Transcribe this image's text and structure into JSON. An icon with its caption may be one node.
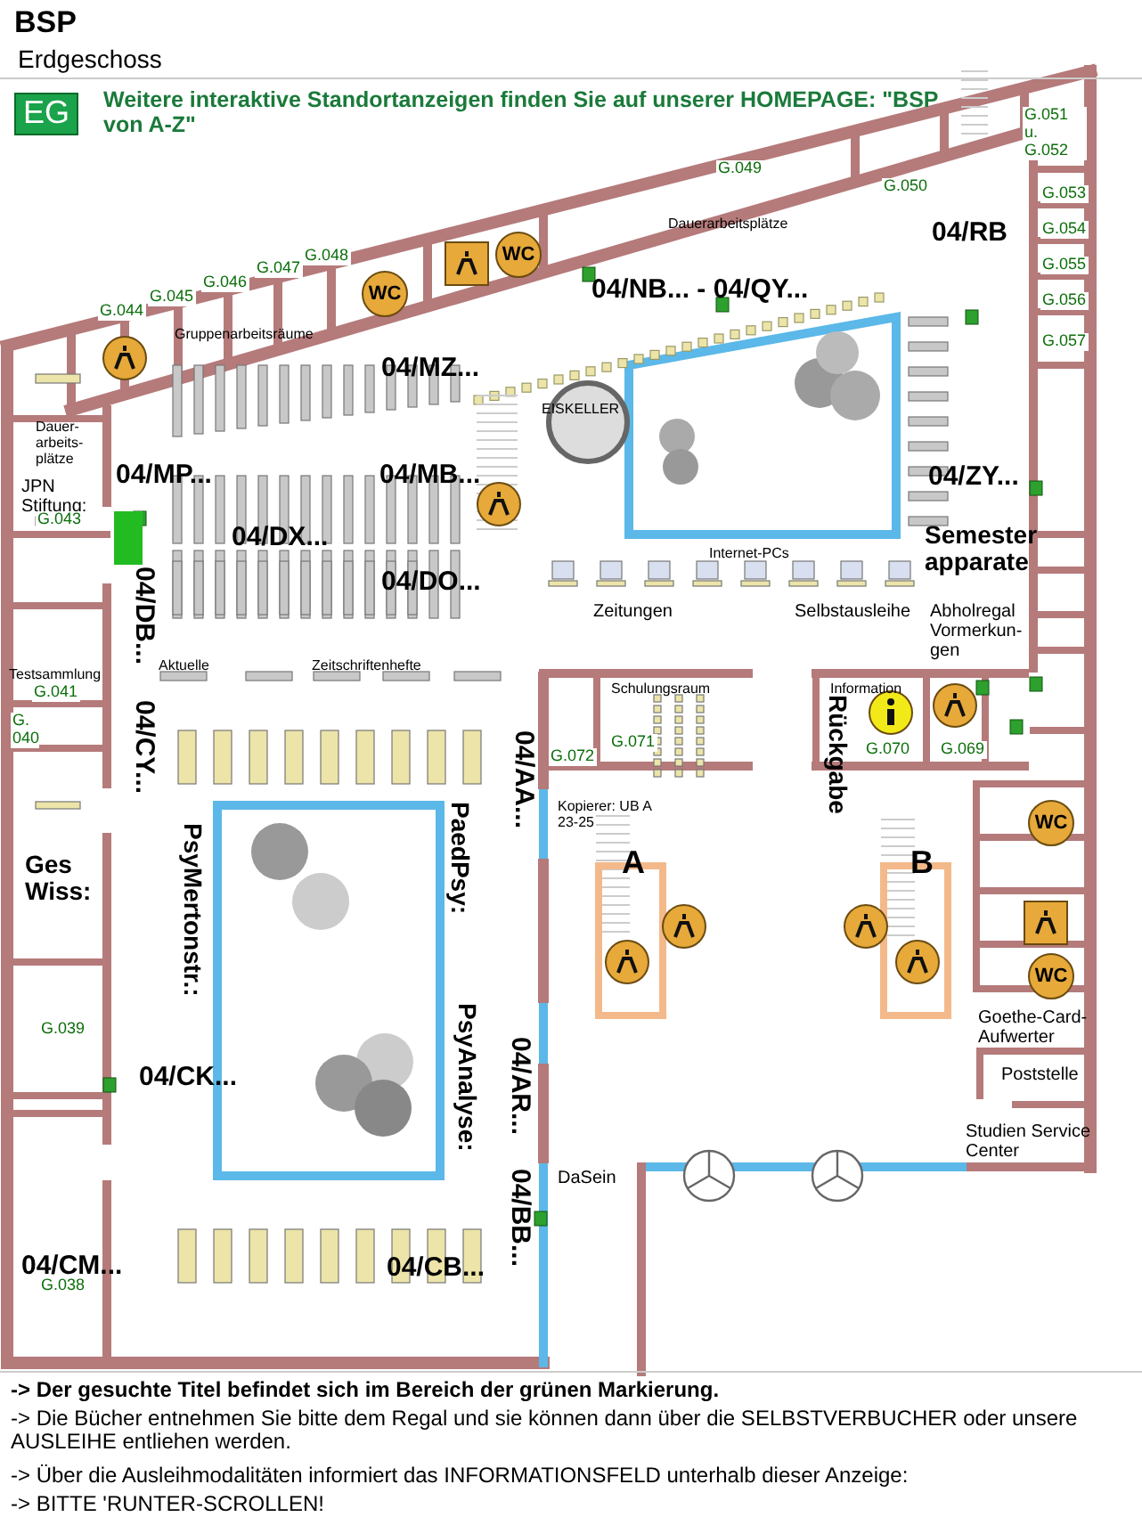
{
  "diagram": {
    "title": "BSP",
    "labels": [
      "Erdgeschoss",
      "EG",
      "Weitere interaktive Standortanzeigen finden Sie auf unserer HOMEPAGE: \"BSP von A-Z\"",
      "G.051 u. G.052",
      "G.049",
      "G.050",
      "G.048",
      "G.047",
      "G.046",
      "G.045",
      "G.044",
      "WC",
      "WC",
      "Dauerarbeitsplätze",
      "Gruppenarbeitsräume",
      "04/RB",
      "G.053",
      "G.054",
      "G.055",
      "G.056",
      "G.057",
      "04/NB... - 04/QY...",
      "04/MZ...",
      "EISKELLER",
      "Dauer- arbeits- plätze",
      "04/MP...",
      "04/MB...",
      "04/ZY...",
      "JPN Stiftung:",
      "G.043",
      "04/DX...",
      "Semester apparate",
      "04/DO...",
      "Internet-PCs",
      "04/DB...",
      "Zeitungen",
      "Selbstausleihe",
      "Abholregal Vormerkun- gen",
      "Aktuelle",
      "Zeitschriftenhefte",
      "Testsammlung",
      "G.041",
      "Schulungsraum",
      "Information",
      "G. 040",
      "04/CY...",
      "04/AA...",
      "Rückgabe",
      "G.072",
      "G.071",
      "G.070",
      "G.069",
      "Kopierer: UB A 23-25",
      "A",
      "B",
      "WC",
      "Ges Wiss:",
      "PsyMertonstr.:",
      "PaedPsy:",
      "WC",
      "PsyAnalyse:",
      "G.039",
      "Goethe-Card-Aufwerter",
      "04/CK...",
      "04/AR...",
      "Poststelle",
      "Studien Service Center",
      "DaSein",
      "04/BB...",
      "04/CM...",
      "G.038",
      "04/CB...",
      "-> Der gesuchte Titel befindet sich im Bereich der grünen Markierung.",
      "-> Die Bücher entnehmen Sie bitte dem Regal und sie können dann über die SELBSTVERBUCHER oder unsere AUSLEIHE entliehen werden.",
      "-> Über die Ausleihmodalitäten informiert das INFORMATIONSFELD unterhalb dieser Anzeige:",
      "-> BITTE 'RUNTER-SCROLLEN!"
    ]
  }
}
